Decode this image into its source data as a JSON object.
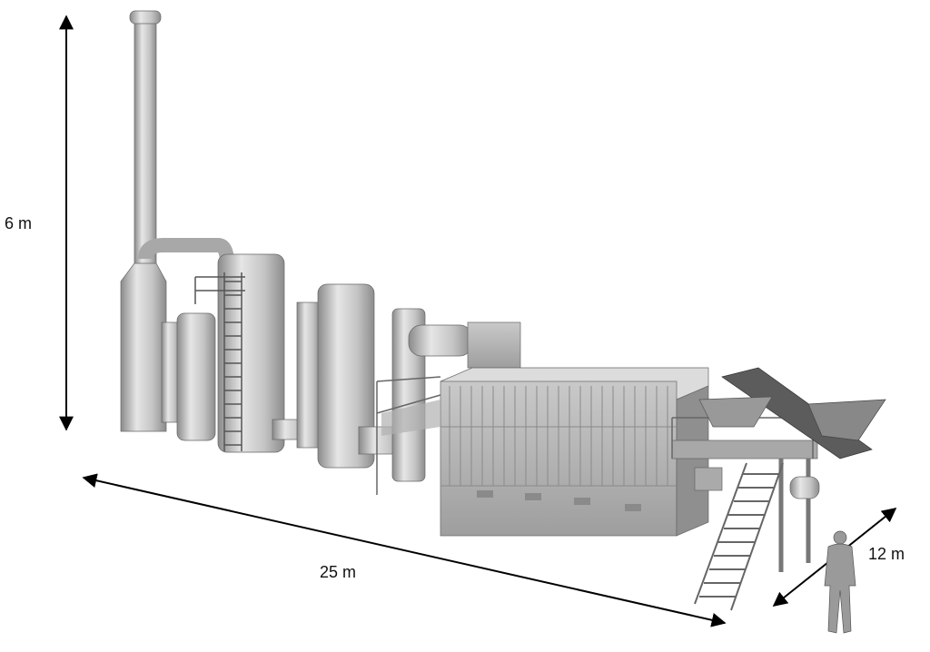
{
  "dimensions": {
    "height_label": "6 m",
    "length_label": "25 m",
    "width_label": "12 m"
  },
  "colors": {
    "metal_light": "#d9d9d9",
    "metal_mid": "#b3b3b3",
    "metal_dark": "#7a7a7a",
    "arrow": "#000000"
  }
}
